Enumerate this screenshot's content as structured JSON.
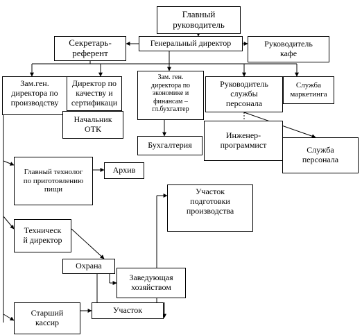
{
  "diagram": {
    "nodes": {
      "head": "Главный\nруководитель",
      "gen_dir": "Генеральный директор",
      "secretary": "Секретарь-\nреферент",
      "cafe_head": "Руководитель\nкафе",
      "dep_prod": "Зам.ген.\nдиректора по\nпроизводству",
      "quality_dir": "Директор по\nкачеству и\nсертификаци",
      "dep_econ": "Зам. ген.\nдиректора по\nэкономике и\nфинансам –\nгл.бухгалтер",
      "hr_head": "Руководитель\nслужбы\nперсонала",
      "marketing": "Служба\nмаркетинга",
      "otk": "Начальник\nОТК",
      "accounting": "Бухгалтерия",
      "engineer": "Инженер-\nпрограммист",
      "hr_service": "Служба\nперсонала",
      "chief_tech": "Главный технолог\nпо приготовлению\nпищи",
      "archive": "Архив",
      "prep_area": "Участок\nподготовки\nпроизводства",
      "tech_dir": "Техническ\nй директор",
      "security": "Охрана",
      "housekeeping": "Заведующая\nхозяйством",
      "cashier": "Старший\nкассир",
      "area": "Участок"
    }
  }
}
